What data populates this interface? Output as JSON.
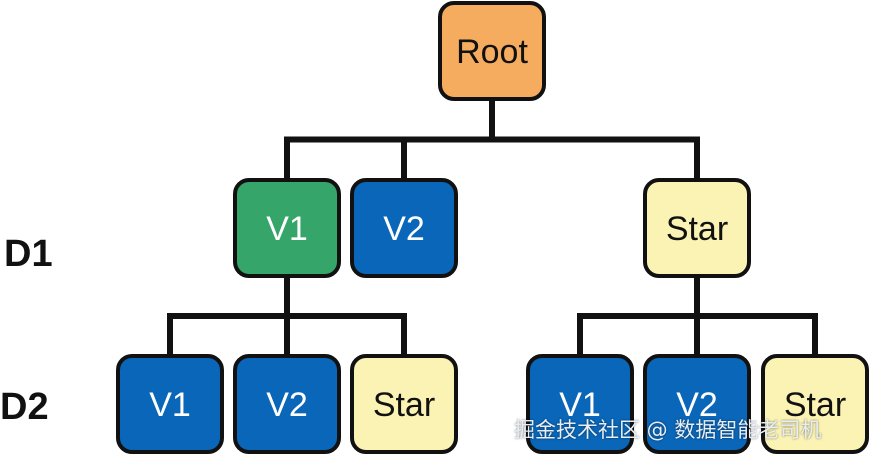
{
  "levels": {
    "d1": "D1",
    "d2": "D2"
  },
  "nodes": {
    "root": {
      "label": "Root",
      "color": "#F6AC5F"
    },
    "d1_v1": {
      "label": "V1",
      "color": "#35A56A"
    },
    "d1_v2": {
      "label": "V2",
      "color": "#0A66B8"
    },
    "d1_star": {
      "label": "Star",
      "color": "#FAF3B4"
    },
    "d2_a_v1": {
      "label": "V1",
      "color": "#0A66B8"
    },
    "d2_a_v2": {
      "label": "V2",
      "color": "#0A66B8"
    },
    "d2_a_star": {
      "label": "Star",
      "color": "#FAF3B4"
    },
    "d2_b_v1": {
      "label": "V1",
      "color": "#0A66B8"
    },
    "d2_b_v2": {
      "label": "V2",
      "color": "#0A66B8"
    },
    "d2_b_star": {
      "label": "Star",
      "color": "#FAF3B4"
    }
  },
  "edges": [
    [
      "root",
      "d1_v1"
    ],
    [
      "root",
      "d1_v2"
    ],
    [
      "root",
      "d1_star"
    ],
    [
      "d1_v1",
      "d2_a_v1"
    ],
    [
      "d1_v1",
      "d2_a_v2"
    ],
    [
      "d1_v1",
      "d2_a_star"
    ],
    [
      "d1_star",
      "d2_b_v1"
    ],
    [
      "d1_star",
      "d2_b_v2"
    ],
    [
      "d1_star",
      "d2_b_star"
    ]
  ],
  "watermark": "掘金技术社区 @ 数据智能老司机"
}
